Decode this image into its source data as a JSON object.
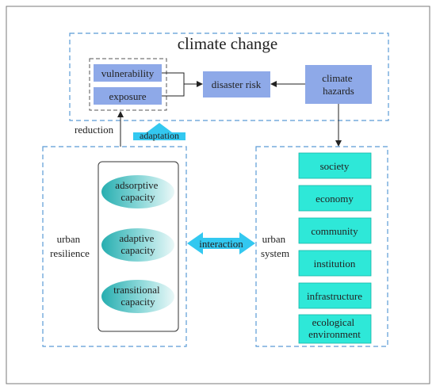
{
  "diagram": {
    "title": "climate change",
    "nodes": {
      "vulnerability": "vulnerability",
      "exposure": "exposure",
      "disaster_risk": "disaster risk",
      "climate_hazards": [
        "climate",
        "hazards"
      ],
      "urban_resilience": [
        "urban",
        "resilience"
      ],
      "urban_system": [
        "urban",
        "system"
      ],
      "capacities": [
        [
          "adsorptive",
          "capacity"
        ],
        [
          "adaptive",
          "capacity"
        ],
        [
          "transitional",
          "capacity"
        ]
      ],
      "system_items": [
        "society",
        "economy",
        "community",
        "institution",
        "infrastructure",
        [
          "ecological",
          "environment"
        ]
      ]
    },
    "edges": {
      "reduction": "reduction",
      "adaptation": "adaptation",
      "interaction": "interaction"
    }
  },
  "colors": {
    "dashed_border": "#5b9bd5",
    "box_blue": "#8ea9e8",
    "teal": "#2ee8d8",
    "arrow_cyan": "#33c8f0",
    "ellipse_dark": "#2fb6b8"
  }
}
